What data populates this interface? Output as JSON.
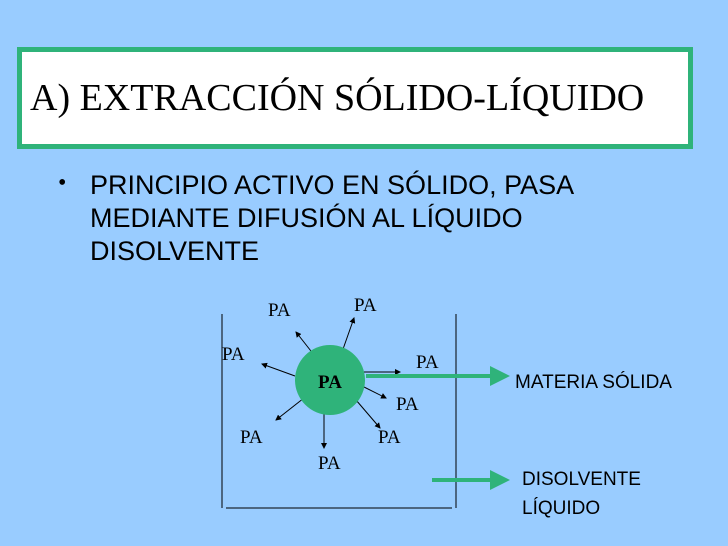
{
  "title": "A) EXTRACCIÓN SÓLIDO-LÍQUIDO",
  "bullet": {
    "lines": [
      "PRINCIPIO ACTIVO EN SÓLIDO, PASA",
      "MEDIANTE DIFUSIÓN AL LÍQUIDO",
      "DISOLVENTE"
    ]
  },
  "diagram": {
    "center_label": "PA",
    "particle_label": "PA",
    "legend_solid": "MATERIA SÓLIDA",
    "legend_liquid_line1": "DISOLVENTE",
    "legend_liquid_line2": "LÍQUIDO",
    "colors": {
      "circle": "#2fb37a",
      "arrow": "#2fb37a",
      "background": "#99ccff",
      "title_border": "#2fb37a"
    }
  }
}
